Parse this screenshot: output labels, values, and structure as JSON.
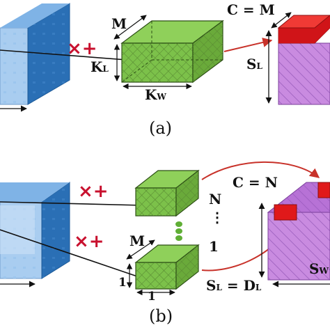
{
  "panel_a": {
    "caption": "(a)",
    "operator": "×+",
    "kernel_depth": "M",
    "kernel_height": "K",
    "kernel_height_sub": "L",
    "kernel_width": "K",
    "kernel_width_sub": "W",
    "output_channels": "C = M",
    "output_height": "S",
    "output_height_sub": "L"
  },
  "panel_b": {
    "caption": "(b)",
    "operator_top": "×+",
    "operator_bottom": "×+",
    "count_label": "N",
    "vertical_ellipsis": "⋮",
    "kernel_one": "1",
    "kernel_depth": "M",
    "kernel_height": "1",
    "kernel_width": "1",
    "output_channels": "C = N",
    "output_height_left": "S",
    "output_height_left_sub": "L",
    "output_height_eq": " = D",
    "output_height_right_sub": "L",
    "output_width": "S",
    "output_width_sub": "W"
  },
  "colors": {
    "input_face": "#a9cdf0",
    "input_side": "#2a6fb5",
    "kernel": "#7cc14a",
    "kernel_dark": "#4f8a2a",
    "output": "#c98be0",
    "output_top": "#e0191a",
    "arrow_red": "#c8322a"
  }
}
